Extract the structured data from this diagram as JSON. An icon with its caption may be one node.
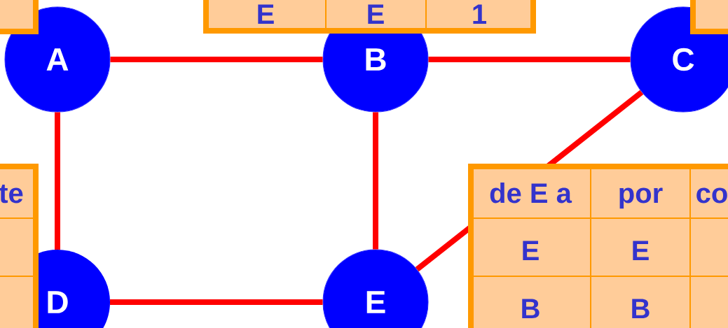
{
  "diagram": {
    "nodes": [
      {
        "text": [
          "A"
        ]
      },
      {
        "text": [
          "B"
        ]
      },
      {
        "text": [
          "C"
        ]
      },
      {
        "text": [
          "D"
        ]
      },
      {
        "text": [
          "E"
        ]
      }
    ],
    "edges": [
      {
        "from": 0,
        "to": 1,
        "arrow": "none"
      },
      {
        "from": 1,
        "to": 2,
        "arrow": "none"
      },
      {
        "from": 0,
        "to": 3,
        "arrow": "none"
      },
      {
        "from": 1,
        "to": 4,
        "arrow": "none"
      },
      {
        "from": 3,
        "to": 4,
        "arrow": "none"
      },
      {
        "from": 4,
        "to": 2,
        "arrow": "none"
      }
    ],
    "labels": [
      "E",
      "E",
      "1",
      "te",
      "de E a",
      "por",
      "co",
      "E",
      "E",
      "B",
      "B"
    ]
  }
}
